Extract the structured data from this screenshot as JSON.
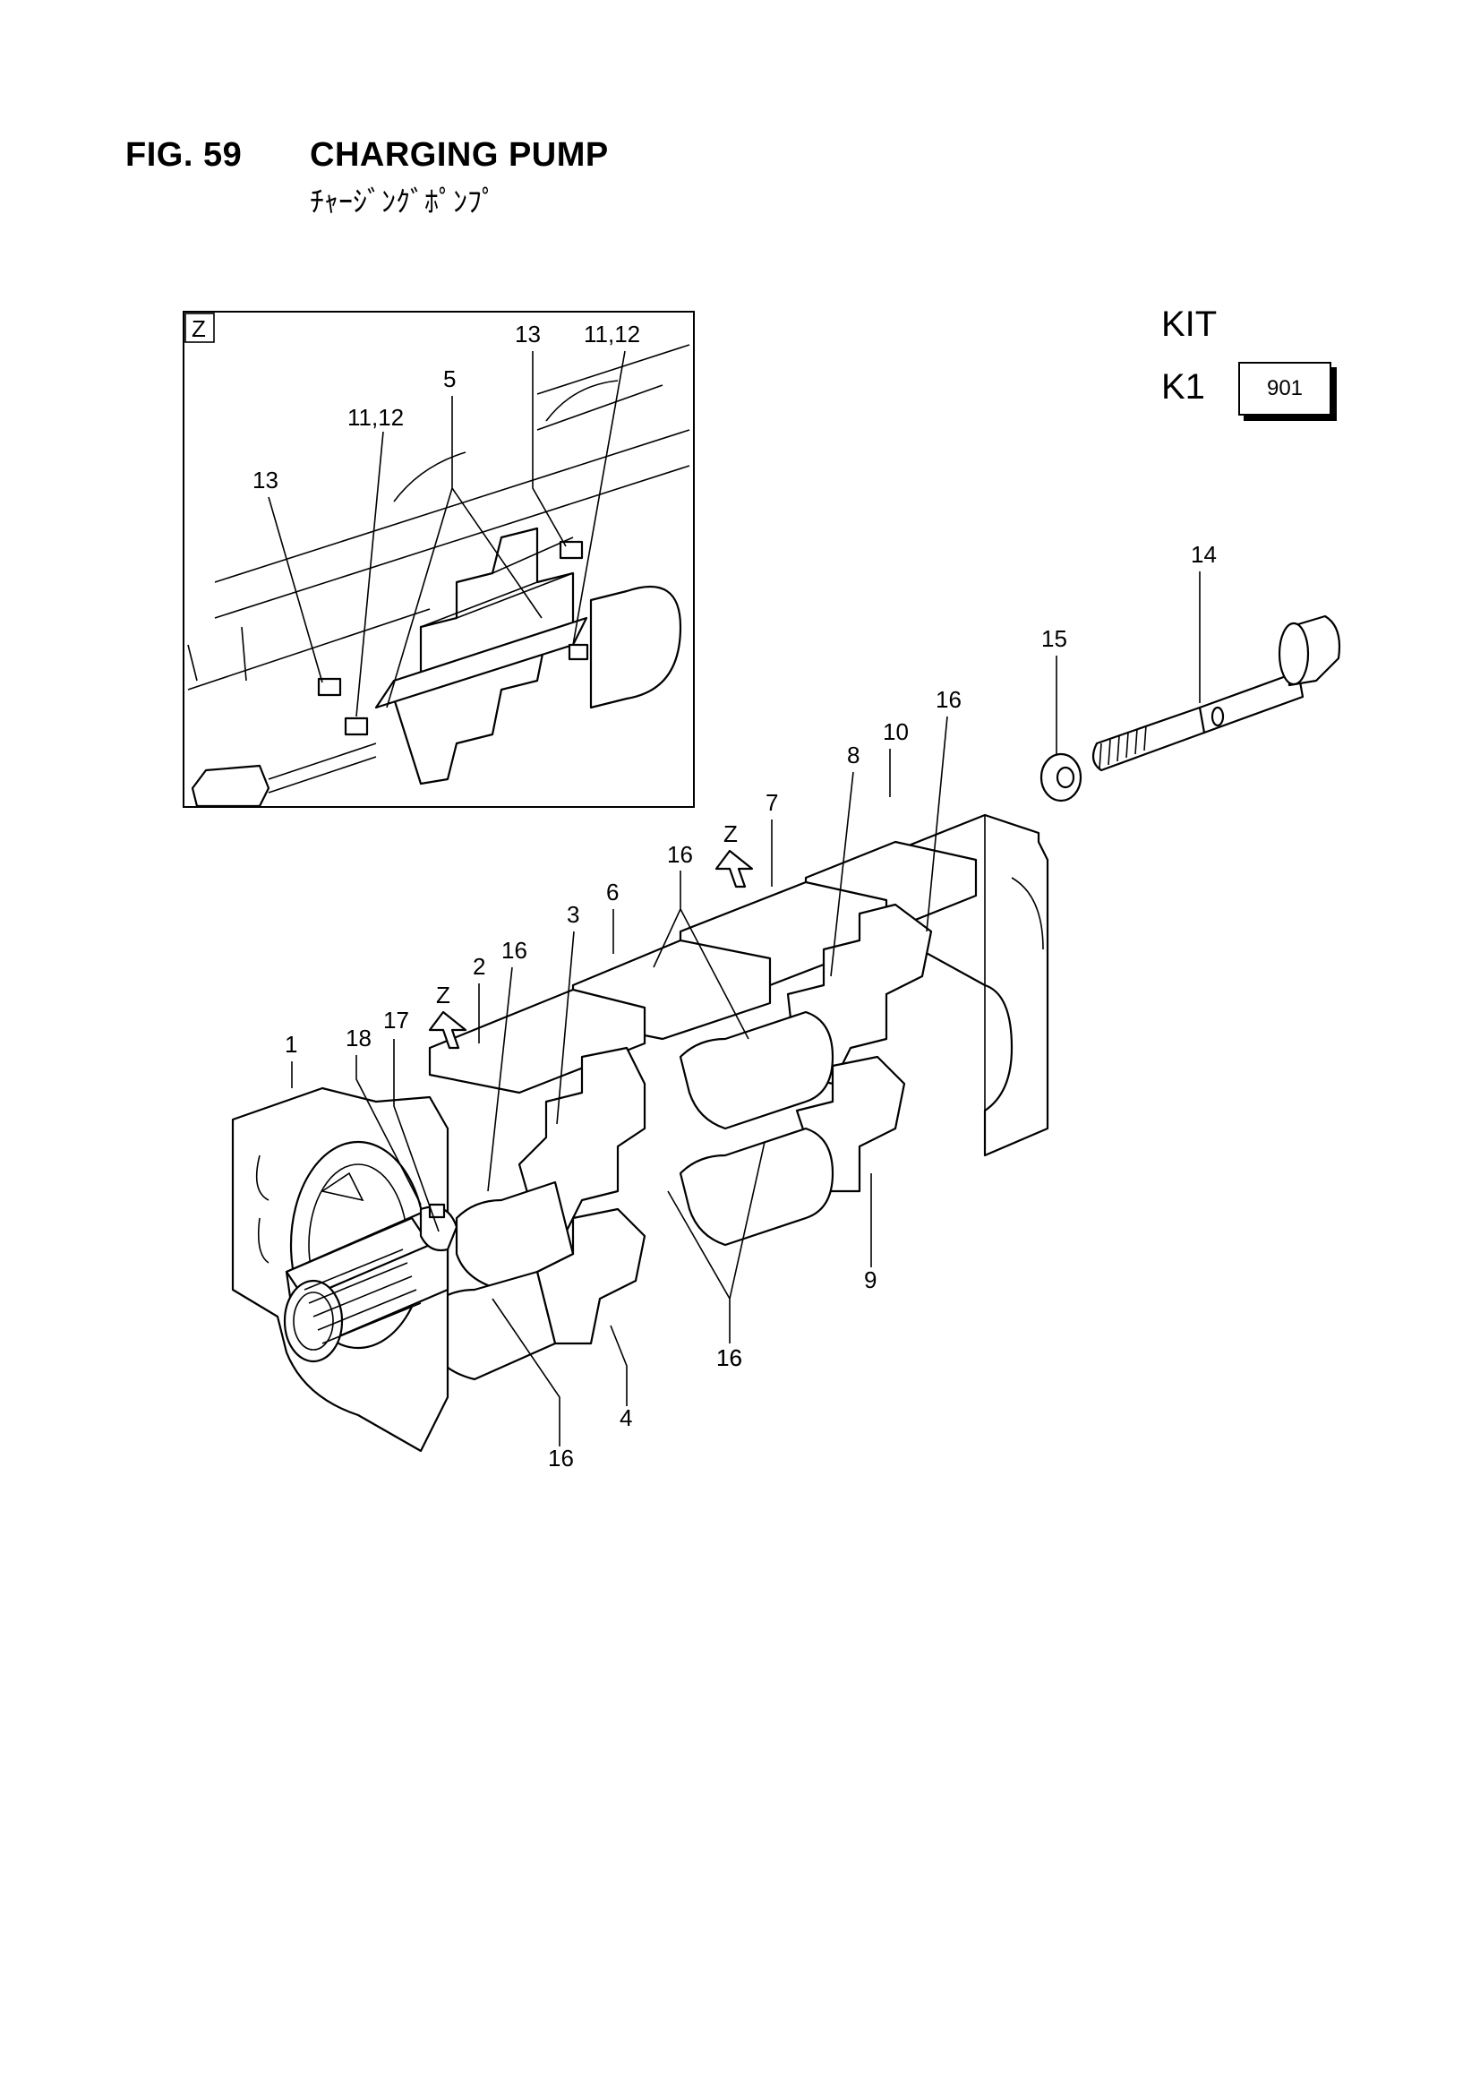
{
  "figure": {
    "number": "FIG. 59",
    "title": "CHARGING PUMP",
    "subtitle": "ﾁｬｰｼﾞﾝｸﾞﾎﾟﾝﾌﾟ"
  },
  "kit": {
    "heading": "KIT",
    "code": "K1",
    "part_number": "901"
  },
  "detail_view": {
    "label": "Z",
    "callouts": [
      "13",
      "11,12",
      "5",
      "11,12",
      "13"
    ]
  },
  "view_arrows": [
    "Z",
    "Z"
  ],
  "callouts": [
    "1",
    "2",
    "3",
    "4",
    "6",
    "7",
    "8",
    "9",
    "10",
    "14",
    "15",
    "16",
    "16",
    "16",
    "16",
    "16",
    "16",
    "17",
    "18"
  ]
}
